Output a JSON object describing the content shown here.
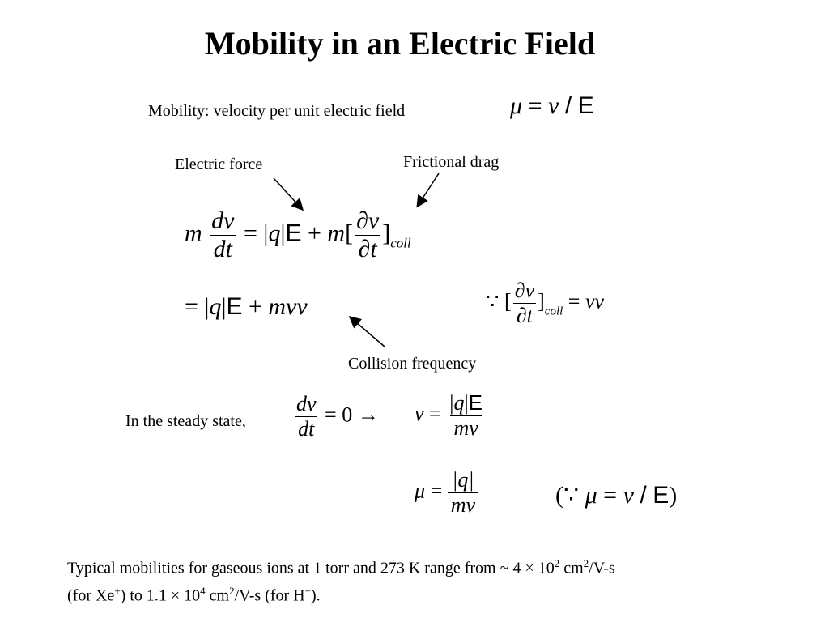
{
  "title": "Mobility in an Electric Field",
  "definition": {
    "text": "Mobility: velocity per unit electric field",
    "mu": "μ",
    "eq": "=",
    "v": "v",
    "slash": "/",
    "E": "E"
  },
  "labels": {
    "electric_force": "Electric force",
    "frictional_drag": "Frictional drag",
    "collision_frequency": "Collision frequency",
    "steady_state": "In the steady state,"
  },
  "eq1": {
    "m": "m",
    "dv": "dv",
    "dt": "dt",
    "eq": "=",
    "bar": "|",
    "q": "q",
    "E": "E",
    "plus": "+",
    "m2": "m",
    "lbr": "[",
    "pv": "∂v",
    "pt": "∂t",
    "rbr": "]",
    "coll": "coll"
  },
  "eq2": {
    "eq": "=",
    "bar": "|",
    "q": "q",
    "E": "E",
    "plus": "+",
    "mvnu": "mvν"
  },
  "because1": {
    "because": "∵",
    "lbr": "[",
    "pv": "∂v",
    "pt": "∂t",
    "rbr": "]",
    "coll": "coll",
    "eq": "=",
    "vnu": "vν"
  },
  "steady": {
    "dv": "dv",
    "dt": "dt",
    "eq": "=",
    "zero": "0",
    "arrow": "→"
  },
  "v_result": {
    "v": "v",
    "eq": "=",
    "bar": "|",
    "q": "q",
    "E": "E",
    "den": "mν"
  },
  "mu_result": {
    "mu": "μ",
    "eq": "=",
    "num": "|q|",
    "den": "mν"
  },
  "because2": {
    "lpar": "(",
    "because": "∵",
    "mu": "μ",
    "eq": "=",
    "v": "v",
    "slash": "/",
    "E": "E",
    "rpar": ")"
  },
  "footnote": {
    "line1_a": "Typical mobilities for gaseous ions at 1 torr and 273 K range from ~ 4 × 10",
    "line1_sup1": "2",
    "line1_b": " cm",
    "line1_sup2": "2",
    "line1_c": "/V-s",
    "line2_a": "(for Xe",
    "line2_sup1": "+",
    "line2_b": ") to 1.1 × 10",
    "line2_sup2": "4",
    "line2_c": " cm",
    "line2_sup3": "2",
    "line2_d": "/V-s (for H",
    "line2_sup4": "+",
    "line2_e": ")."
  }
}
